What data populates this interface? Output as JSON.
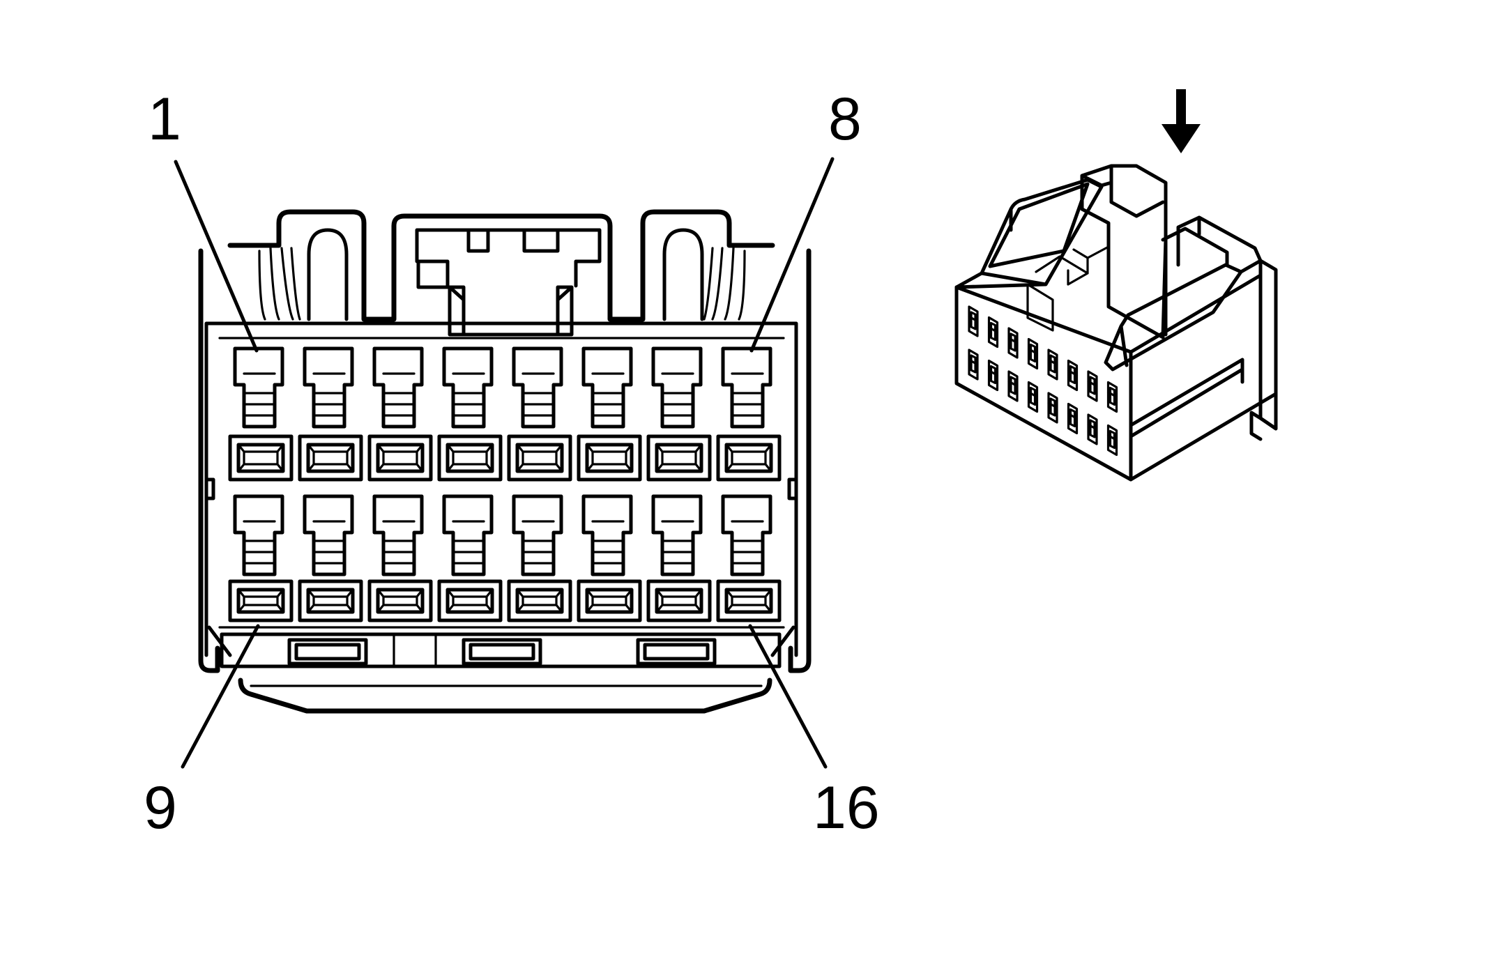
{
  "connector": {
    "pin_labels": {
      "top_left": "1",
      "top_right": "8",
      "bottom_left": "9",
      "bottom_right": "16"
    },
    "rows": 2,
    "pins_per_row": 8
  },
  "icons": {
    "view_direction": "down-arrow-icon"
  },
  "colors": {
    "line": "#000000",
    "background": "#ffffff"
  }
}
